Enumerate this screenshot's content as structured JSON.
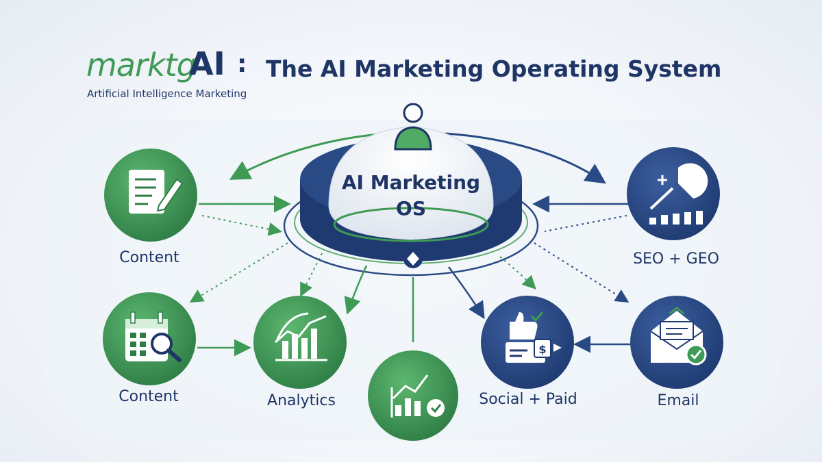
{
  "header": {
    "logo_word": "marktg",
    "logo_ai": "AI",
    "logo_colon": ":",
    "title": "The AI Marketing Operating System",
    "tagline": "Artificial Intelligence Marketing"
  },
  "hub": {
    "line1": "AI Marketing",
    "line2": "OS"
  },
  "nodes": [
    {
      "label": "Content",
      "icon": "document-pen-icon",
      "color": "#3f9a55"
    },
    {
      "label": "SEO + GEO",
      "icon": "seo-chart-icon",
      "color": "#2a4a86"
    },
    {
      "label": "Content",
      "icon": "calendar-search-icon",
      "color": "#3f9a55"
    },
    {
      "label": "Analytics",
      "icon": "bar-chart-icon",
      "color": "#3f9a55"
    },
    {
      "label": "",
      "icon": "growth-check-icon",
      "color": "#3f9a55"
    },
    {
      "label": "Social + Paid",
      "icon": "like-payment-icon",
      "color": "#2a4a86"
    },
    {
      "label": "Email",
      "icon": "envelope-check-icon",
      "color": "#2a4a86"
    }
  ],
  "colors": {
    "green": "#3f9a55",
    "navy": "#2a4a86",
    "dark_navy": "#1f3566"
  }
}
